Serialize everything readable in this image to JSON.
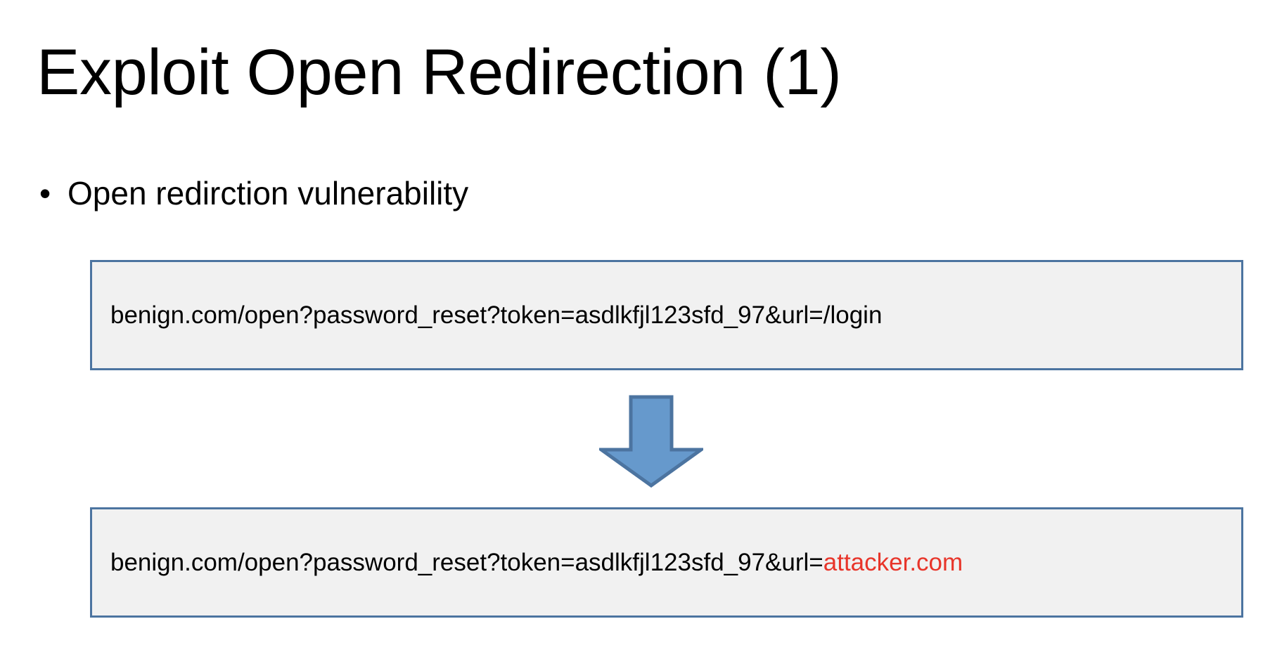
{
  "slide": {
    "title": "Exploit Open Redirection (1)",
    "bullet": {
      "marker": "•",
      "text": "Open redirction vulnerability"
    },
    "flow": {
      "before": {
        "label": "benign.com/open?password_reset?token=asdlkfjl123sfd_97&url=/login",
        "url_base": "benign.com/open?password_reset?token=asdlkfjl123sfd_97&url=/login"
      },
      "arrow": {
        "icon": "down-arrow-icon",
        "fill_color": "#6699CC",
        "stroke_color": "#4C74A0"
      },
      "after": {
        "url_base": "benign.com/open?password_reset?token=asdlkfjl123sfd_97&url=",
        "url_injected": "attacker.com",
        "injected_color": "#E8352A"
      }
    },
    "colors": {
      "box_fill": "#F1F1F1",
      "box_border": "#4C74A0",
      "text": "#000000"
    }
  }
}
